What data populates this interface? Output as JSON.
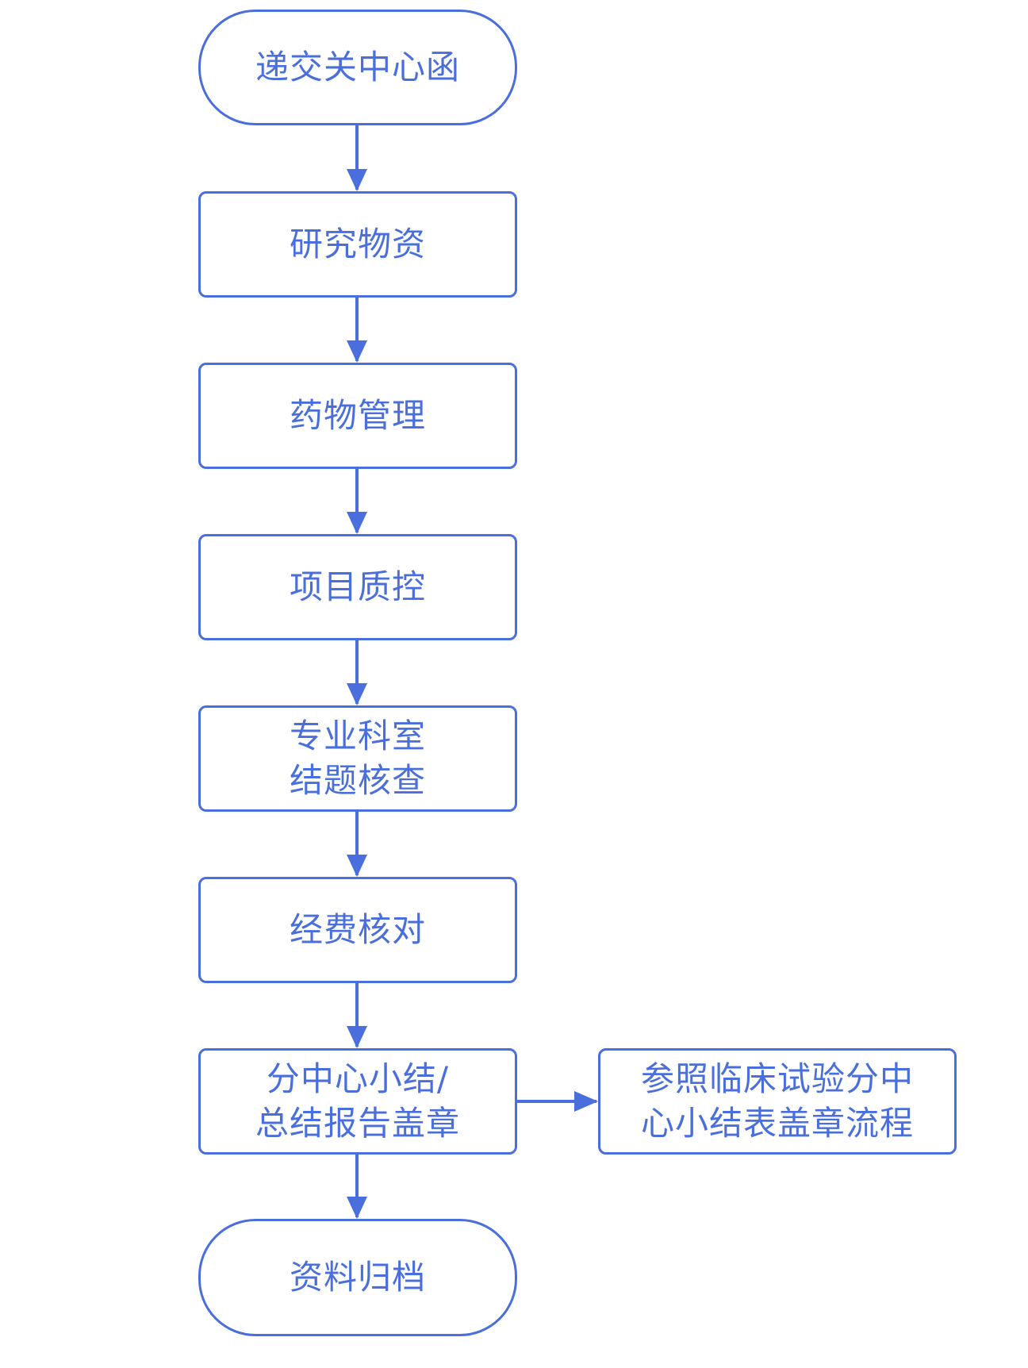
{
  "colors": {
    "accent": "#4a6fdc",
    "background": "#ffffff"
  },
  "flowchart": {
    "start": {
      "lines": [
        "递交关中心函"
      ]
    },
    "steps": [
      {
        "lines": [
          "研究物资"
        ]
      },
      {
        "lines": [
          "药物管理"
        ]
      },
      {
        "lines": [
          "项目质控"
        ]
      },
      {
        "lines": [
          "专业科室",
          "结题核查"
        ]
      },
      {
        "lines": [
          "经费核对"
        ]
      },
      {
        "lines": [
          "分中心小结/",
          "总结报告盖章"
        ]
      }
    ],
    "side_note": {
      "lines": [
        "参照临床试验分中",
        "心小结表盖章流程"
      ]
    },
    "end": {
      "lines": [
        "资料归档"
      ]
    }
  }
}
